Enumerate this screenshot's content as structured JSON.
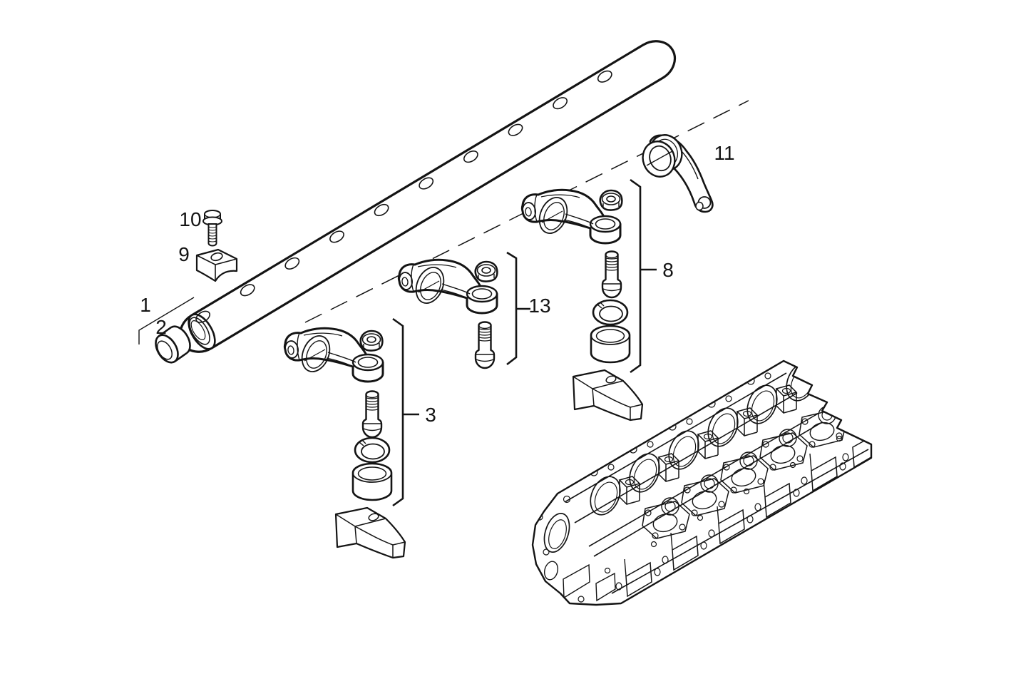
{
  "diagram": {
    "background_color": "#ffffff",
    "line_color": "#141414",
    "type": "exploded-parts-diagram",
    "callouts": {
      "c1": {
        "label": "1"
      },
      "c2": {
        "label": "2"
      },
      "c3": {
        "label": "3"
      },
      "c8": {
        "label": "8"
      },
      "c9": {
        "label": "9"
      },
      "c10": {
        "label": "10"
      },
      "c11": {
        "label": "11"
      },
      "c13": {
        "label": "13"
      }
    }
  }
}
